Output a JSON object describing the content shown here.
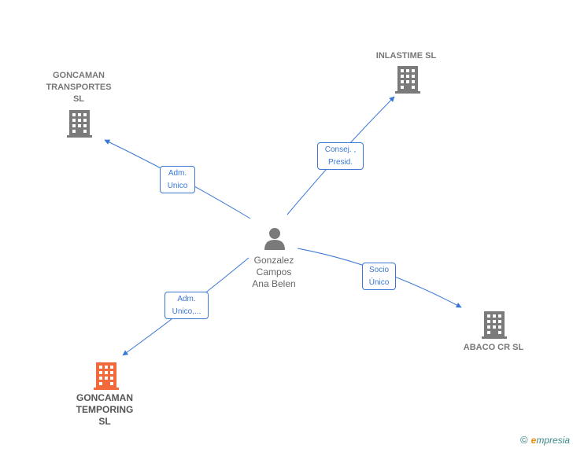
{
  "nodes": {
    "transportes": {
      "label": "GONCAMAN\nTRANSPORTES\nSL",
      "icon": "building-icon",
      "color": "#777777"
    },
    "inlastime": {
      "label": "INLASTIME  SL",
      "icon": "building-icon",
      "color": "#777777"
    },
    "abaco": {
      "label": "ABACO CR  SL",
      "icon": "building-icon",
      "color": "#777777"
    },
    "temporing": {
      "label": "GONCAMAN\nTEMPORING\nSL",
      "icon": "building-icon",
      "color": "#f26a3c"
    },
    "person": {
      "label": "Gonzalez\nCampos\nAna Belen",
      "icon": "person-icon",
      "color": "#777777"
    }
  },
  "edges": {
    "to_transportes": "Adm.\nUnico",
    "to_inlastime": "Consej. ,\nPresid.",
    "to_abaco": "Socio\nÚnico",
    "to_temporing": "Adm.\nUnico,..."
  },
  "brand": {
    "copyright": "©",
    "initial": "e",
    "rest": "mpresia"
  },
  "colors": {
    "edge": "#3a78d6"
  }
}
